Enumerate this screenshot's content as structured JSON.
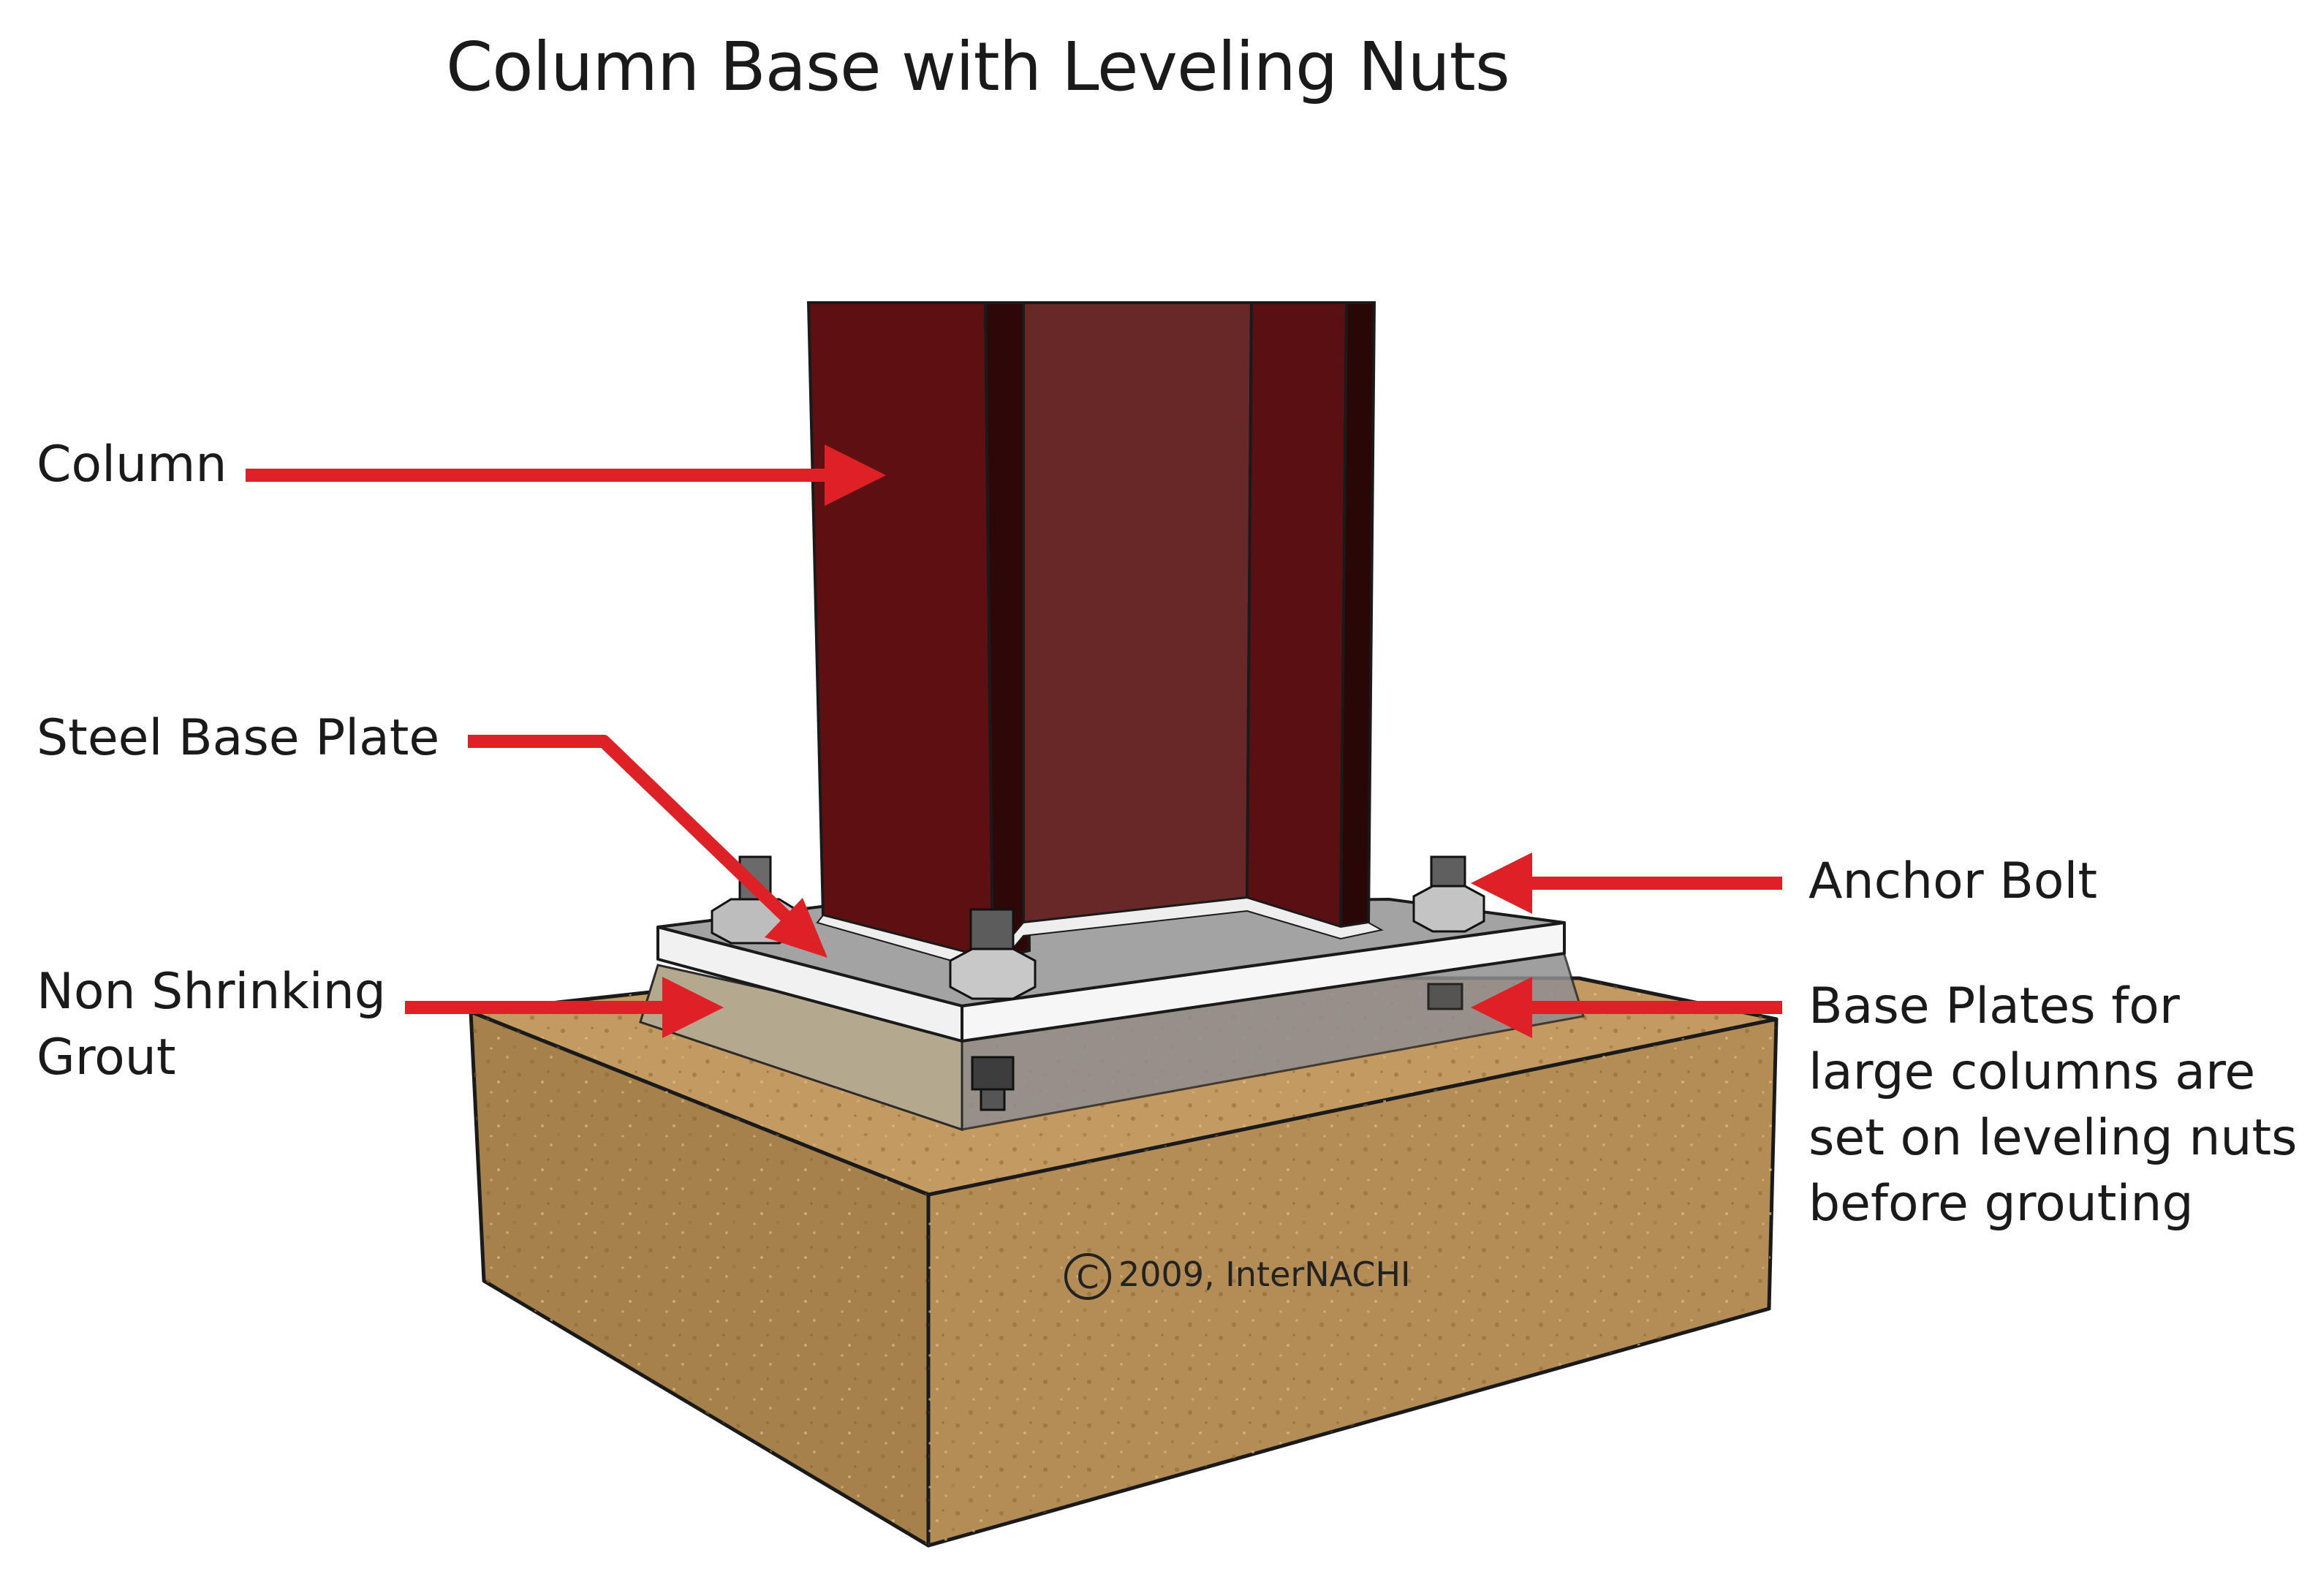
{
  "title": "Column Base with Leveling Nuts",
  "labels": {
    "column": "Column",
    "steel_base_plate": "Steel Base Plate",
    "grout": "Non Shrinking\nGrout",
    "anchor_bolt": "Anchor Bolt",
    "leveling_note": "Base Plates for\nlarge columns are\nset on leveling nuts\nbefore grouting"
  },
  "copyright": "2009, InterNACHI",
  "colors": {
    "arrow": "#de2027",
    "column_face": "#5d0f12",
    "column_web": "#682828",
    "column_shadow": "#2e0808",
    "base_plate": "#a3a3a3",
    "plate_edge": "#f1f1f1",
    "grout": "#b4a98e",
    "concrete": "#b58d56"
  },
  "icons": {
    "copyright_symbol": "copyright-icon",
    "arrowhead": "arrowhead-icon",
    "nut": "hex-nut-icon"
  }
}
